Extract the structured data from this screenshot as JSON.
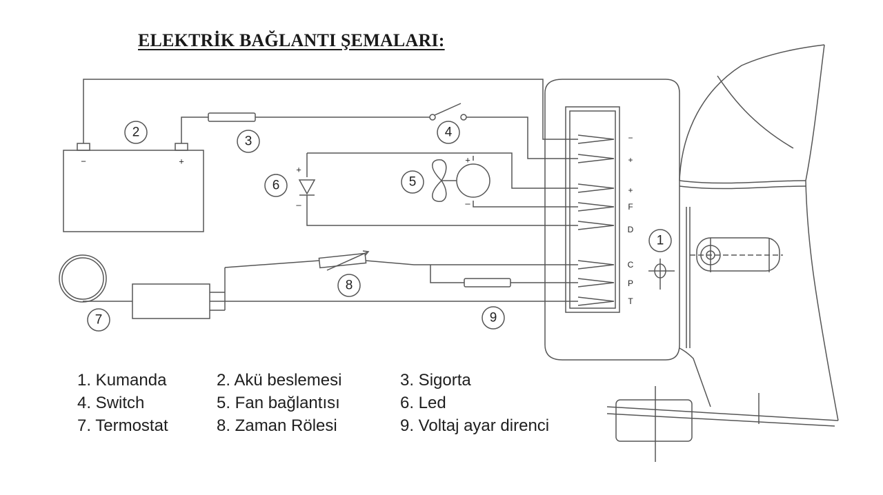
{
  "title": "ELEKTRİK BAĞLANTI ŞEMALARI:",
  "callouts": [
    "1",
    "2",
    "3",
    "4",
    "5",
    "6",
    "7",
    "8",
    "9"
  ],
  "signs": {
    "minus": "−",
    "plus": "+",
    "minus_small": "–"
  },
  "terminals": [
    "−",
    "+",
    "+",
    "F",
    "D",
    "C",
    "P",
    "T"
  ],
  "legend": [
    "1. Kumanda",
    "2. Akü beslemesi",
    "3. Sigorta",
    "4. Switch",
    "5. Fan bağlantısı",
    "6. Led",
    "7. Termostat",
    "8. Zaman Rölesi",
    "9. Voltaj ayar direnci"
  ]
}
